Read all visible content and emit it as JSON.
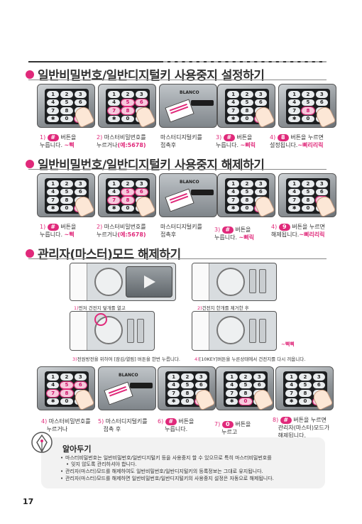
{
  "brand": "BLANCO",
  "accent_color": "#e0297a",
  "keypad_keys": [
    "1",
    "2",
    "3",
    "4",
    "5",
    "6",
    "7",
    "8",
    "9",
    "✱",
    "0",
    "#"
  ],
  "sections": [
    {
      "title": "일반비밀번호/일반디지털키 사용중지 설정하기",
      "steps": [
        {
          "n": "1)",
          "key": "#",
          "l1": "버튼을",
          "l2": "누릅니다.",
          "sound": "~삑"
        },
        {
          "n": "2)",
          "l1": "마스터비밀번호를",
          "l2": "누르거나",
          "eg": "(예:5678)"
        },
        {
          "l1": "마스터디지털키를",
          "l2": "접촉후"
        },
        {
          "n": "3)",
          "key": "#",
          "l1": "버튼을",
          "l2": "누릅니다.",
          "sound": "~삐릭"
        },
        {
          "n": "4)",
          "key": "8",
          "l1": "버튼을 누르면",
          "l2": "설정됩니다.",
          "sound": "~삐리리릭"
        }
      ]
    },
    {
      "title": "일반비밀번호/일반디지털키 사용중지 해제하기",
      "steps": [
        {
          "n": "1)",
          "key": "#",
          "l1": "버튼을",
          "l2": "누릅니다.",
          "sound": "~삑"
        },
        {
          "n": "2)",
          "l1": "마스터비밀번호를",
          "l2": "누르거나",
          "eg": "(예:5678)"
        },
        {
          "l1": "마스터디지털키를",
          "l2": "접촉후"
        },
        {
          "n": "3)",
          "key": "#",
          "l1": "버튼을",
          "l2": "누릅니다.",
          "sound": "~삐릭"
        },
        {
          "n": "4)",
          "key": "9",
          "l1": "버튼을 누르면",
          "l2": "해제됩니다.",
          "sound": "~삐리리릭"
        }
      ]
    },
    {
      "title": "관리자(마스터)모드 해제하기",
      "mid": [
        {
          "n": "1)",
          "text": "먼저 건전지 덮개를 열고"
        },
        {
          "n": "2)",
          "text": "건전지 한개를 제거한 후"
        },
        {
          "n": "3)",
          "text": "전원방전을 위하여 [잠김/열림] 버튼을 한번 누릅니다."
        },
        {
          "n": "4)",
          "text": "[10KEY]버튼을 누른상태에서 건전지를 다시 끼웁니다."
        }
      ],
      "beep": "~삑삑",
      "steps": [
        {
          "n": "4)",
          "l1": "마스터비밀번호를",
          "l2": "누르거나"
        },
        {
          "n": "5)",
          "l1": "마스터디지털키를",
          "l2": "접촉 후"
        },
        {
          "n": "6)",
          "key": "#",
          "l1": "버튼을",
          "l2": "누릅니다."
        },
        {
          "n": "7)",
          "key": "0",
          "l1": "버튼을",
          "l2": "누르고"
        },
        {
          "n": "8)",
          "key": "#",
          "l1": "버튼을 누르면",
          "l2": "관리자(마스터)모드가",
          "l3": "해제됩니다."
        }
      ]
    }
  ],
  "tips": {
    "title": "알아두기",
    "items": [
      "마스터비밀번호는 일반비밀번호/일반디지털키 등을 사용중지 할 수 있으므로 특히 마스터비밀번호를",
      "잊지 않도록 관리하셔야 합니다.",
      "관리자(마스터)모드를 해제하여도 일반비밀번호/일반디지털키의 등록정보는 그대로 유지됩니다.",
      "관리자(마스터)모드를 해제하면 일반비밀번호/일반디지털키의 사용중지 설정은 자동으로 해제됩니다."
    ]
  },
  "page_number": "17"
}
